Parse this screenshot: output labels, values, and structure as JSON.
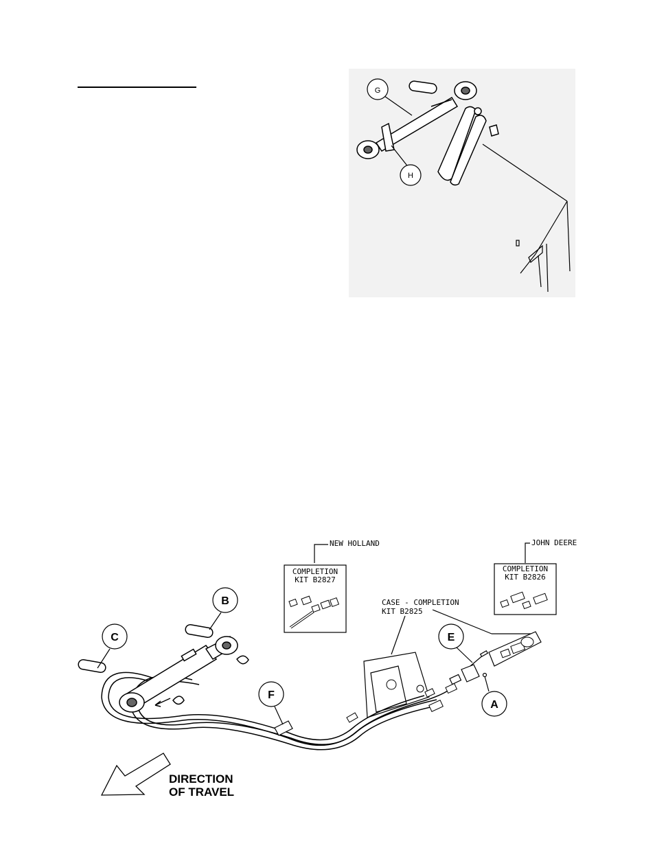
{
  "top_figure": {
    "callouts": {
      "g": "G",
      "h": "H"
    }
  },
  "bottom_figure": {
    "callouts": {
      "a": "A",
      "b": "B",
      "c": "C",
      "e": "E",
      "f": "F"
    },
    "kits": {
      "new_holland": {
        "brand": "NEW HOLLAND",
        "line1": "COMPLETION",
        "line2": "KIT B2827"
      },
      "john_deere": {
        "brand": "JOHN DEERE",
        "line1": "COMPLETION",
        "line2": "KIT B2826"
      },
      "case": {
        "line1": "CASE - COMPLETION",
        "line2": "KIT B2825"
      }
    },
    "direction": {
      "line1": "DIRECTION",
      "line2": "OF TRAVEL"
    }
  }
}
